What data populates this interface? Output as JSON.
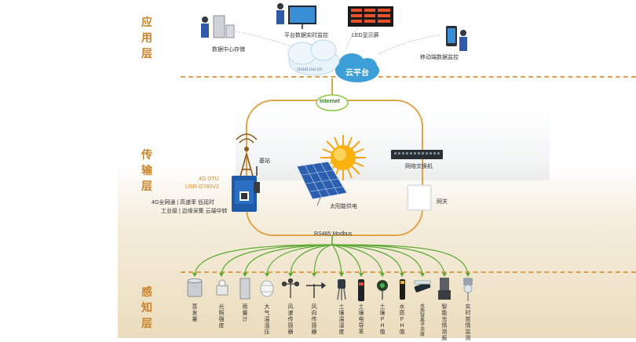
{
  "layers": {
    "app": "应用层",
    "transport": "传输层",
    "sensing": "感知层"
  },
  "app_layer": {
    "datacenter": "数据中心存储",
    "platform": "平台数据实时监控",
    "led": "LED显示屏",
    "mobile": "移动端数据监控",
    "cloud_url": "cloud.usr.cn",
    "cloud": "云平台"
  },
  "transport_layer": {
    "internet": "Internet",
    "base_station": "基站",
    "dtu_model_line1": "4G DTU",
    "dtu_model_line2": "USR-G780V2",
    "dtu_desc_line1": "4G全网通 | 高速率 低延时",
    "dtu_desc_line2": "工业级 | 边缘采集 云端中转",
    "solar": "太阳能供电",
    "switch": "网络交换机",
    "gateway": "网关",
    "bus": "RS485  Modbus"
  },
  "sensors": [
    "蒸发量",
    "光照强度",
    "雨量计",
    "大气温湿压",
    "风速传感器",
    "风向传感器",
    "土壤温湿度",
    "土壤电导率",
    "土壤PH值",
    "水质PH值",
    "水质铵离子浓度",
    "智能虫情测报",
    "实时苗情监测"
  ],
  "colors": {
    "layer_text": "#c9832d",
    "dash": "#d9a04f",
    "link": "#5aa832",
    "cloud": "#3d9fd8"
  }
}
